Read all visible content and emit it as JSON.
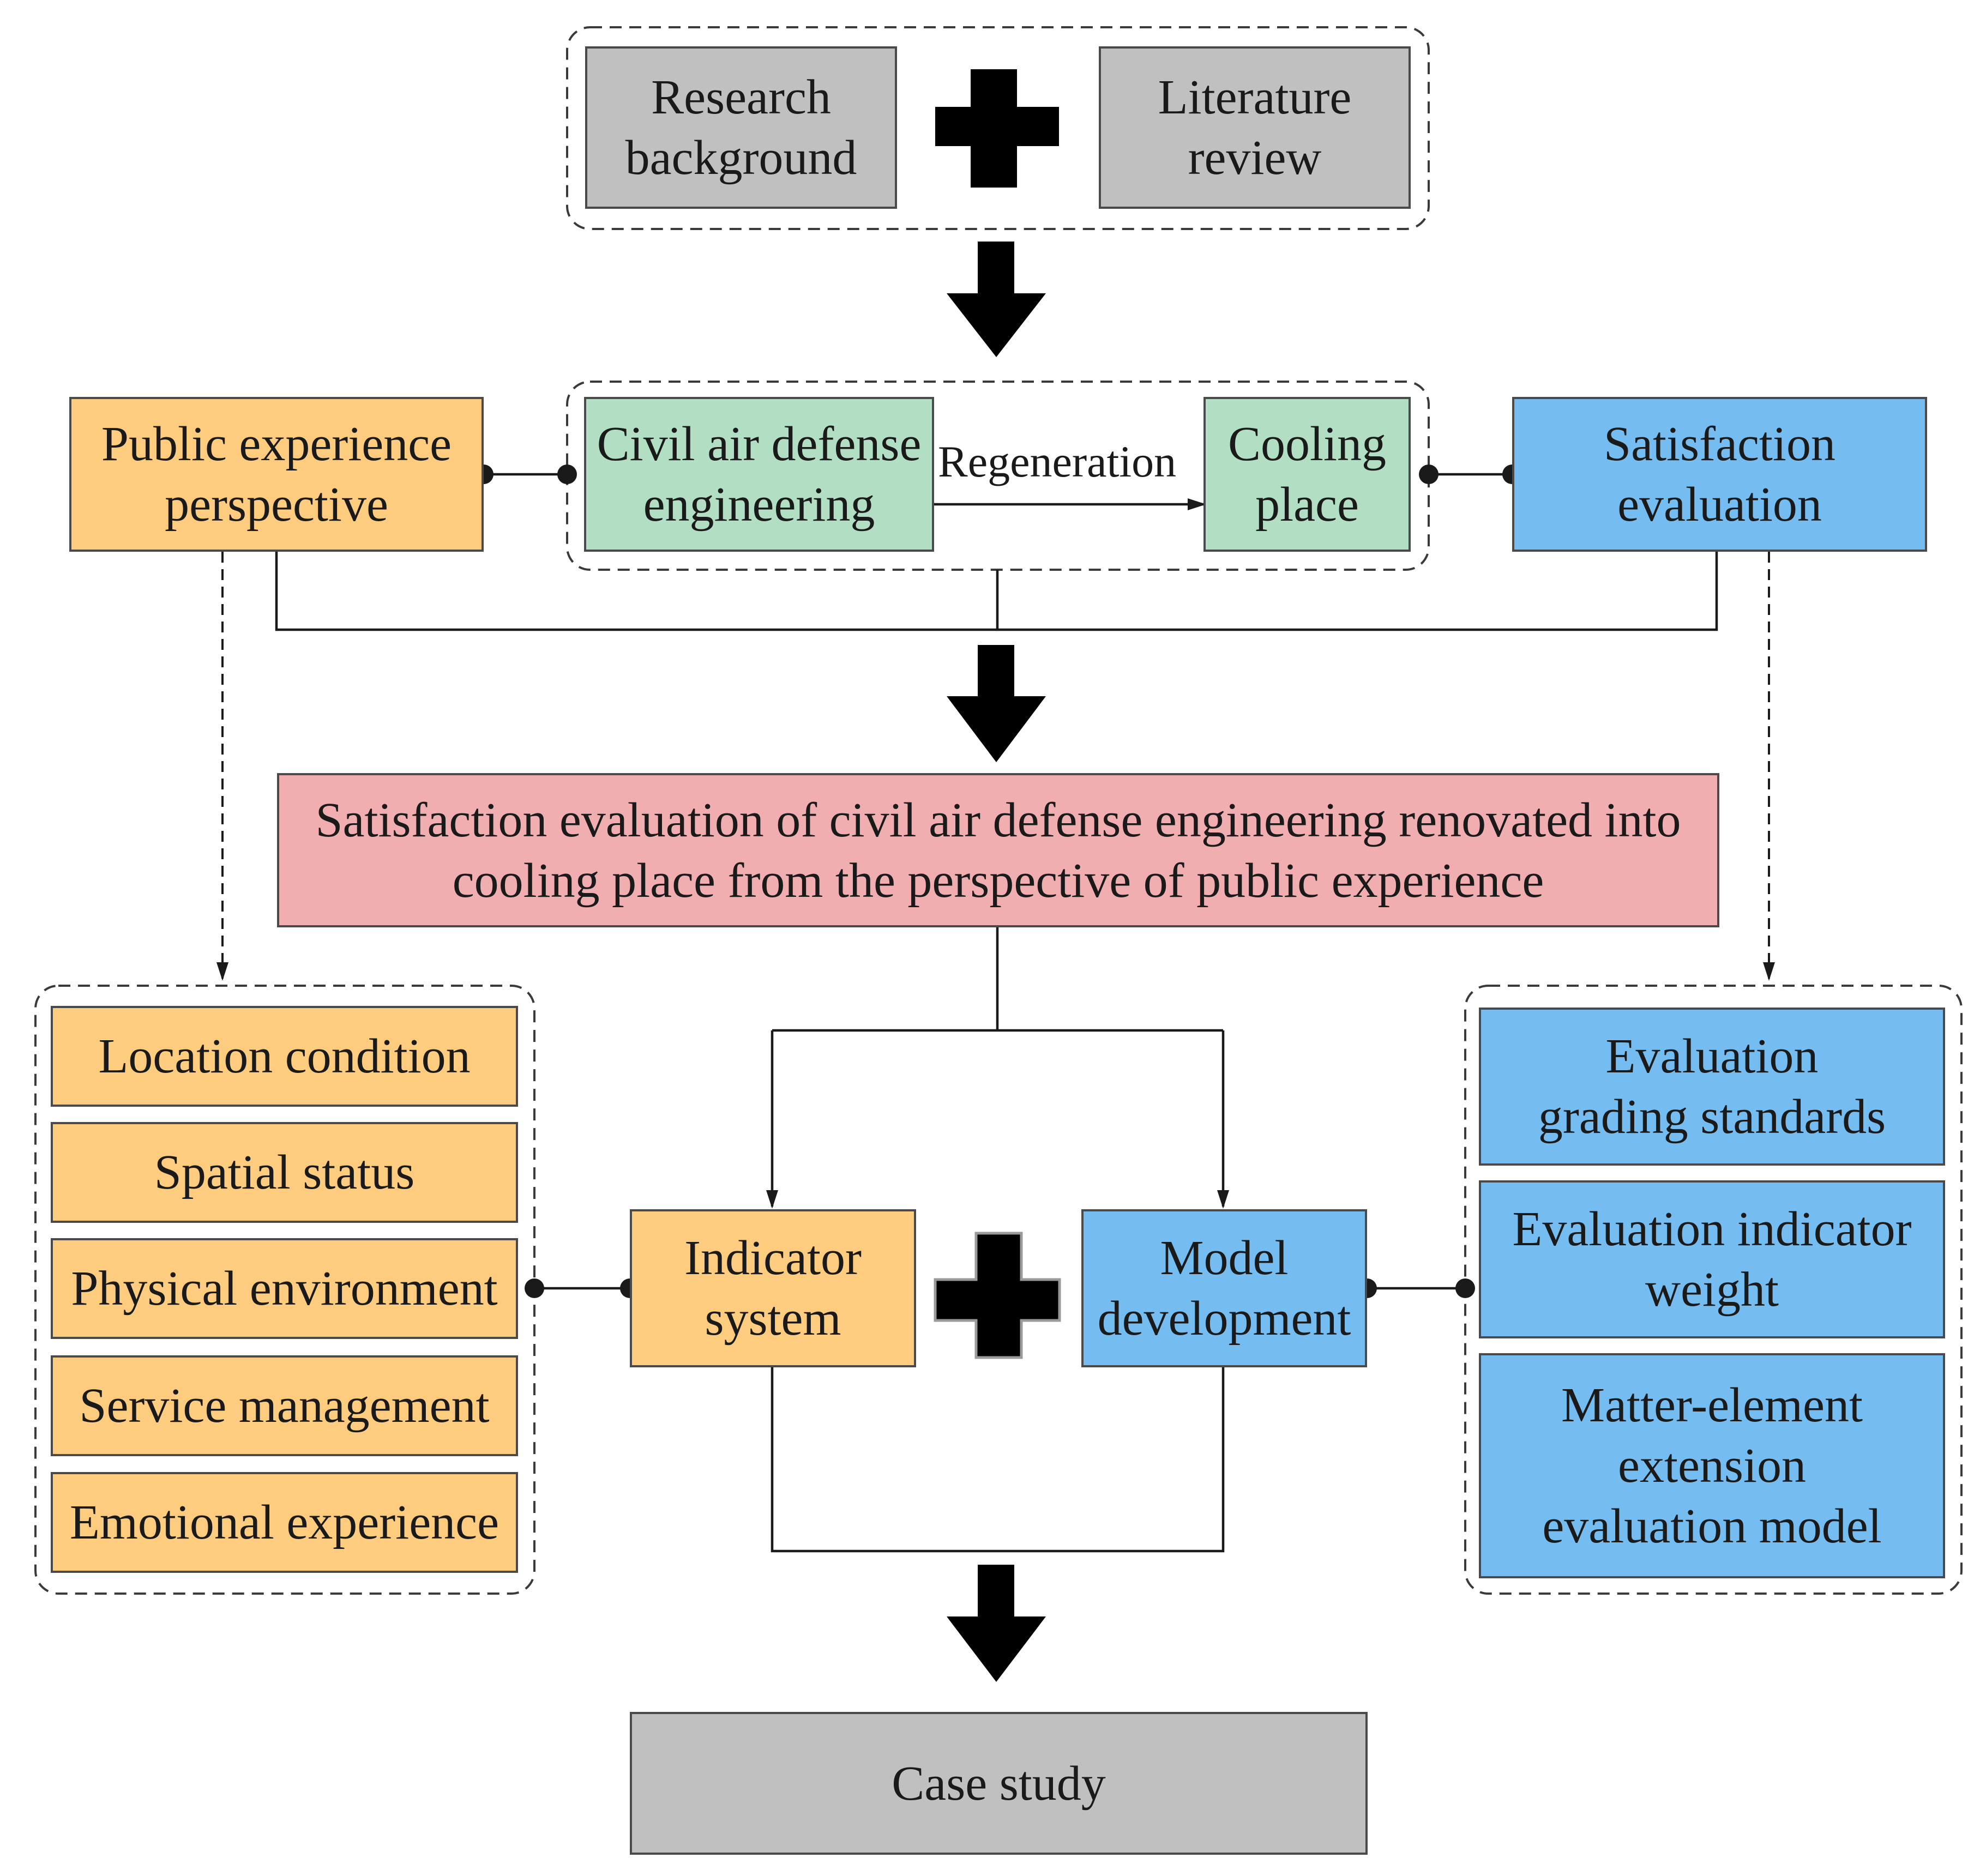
{
  "top": {
    "research": "Research\nbackground",
    "literature": "Literature\nreview"
  },
  "middle": {
    "public": "Public experience\nperspective",
    "civil": "Civil air defense\nengineering",
    "regeneration": "Regeneration",
    "cooling": "Cooling\nplace",
    "satisfaction": "Satisfaction\nevaluation"
  },
  "central": {
    "title": "Satisfaction evaluation of civil air defense engineering renovated into\ncooling place from the perspective of public experience"
  },
  "left_list": [
    "Location condition",
    "Spatial status",
    "Physical environment",
    "Service management",
    "Emotional experience"
  ],
  "core": {
    "indicator": "Indicator\nsystem",
    "model": "Model\ndevelopment"
  },
  "right_list": [
    "Evaluation\ngrading standards",
    "Evaluation indicator\nweight",
    "Matter-element\nextension\nevaluation model"
  ],
  "bottom": {
    "case": "Case study"
  },
  "colors": {
    "gray": "#c0c0c0",
    "orange": "#fdcc7e",
    "green": "#b2dec4",
    "blue": "#75bdf1",
    "pink": "#f0aeb1",
    "line": "#1a1a1a"
  }
}
